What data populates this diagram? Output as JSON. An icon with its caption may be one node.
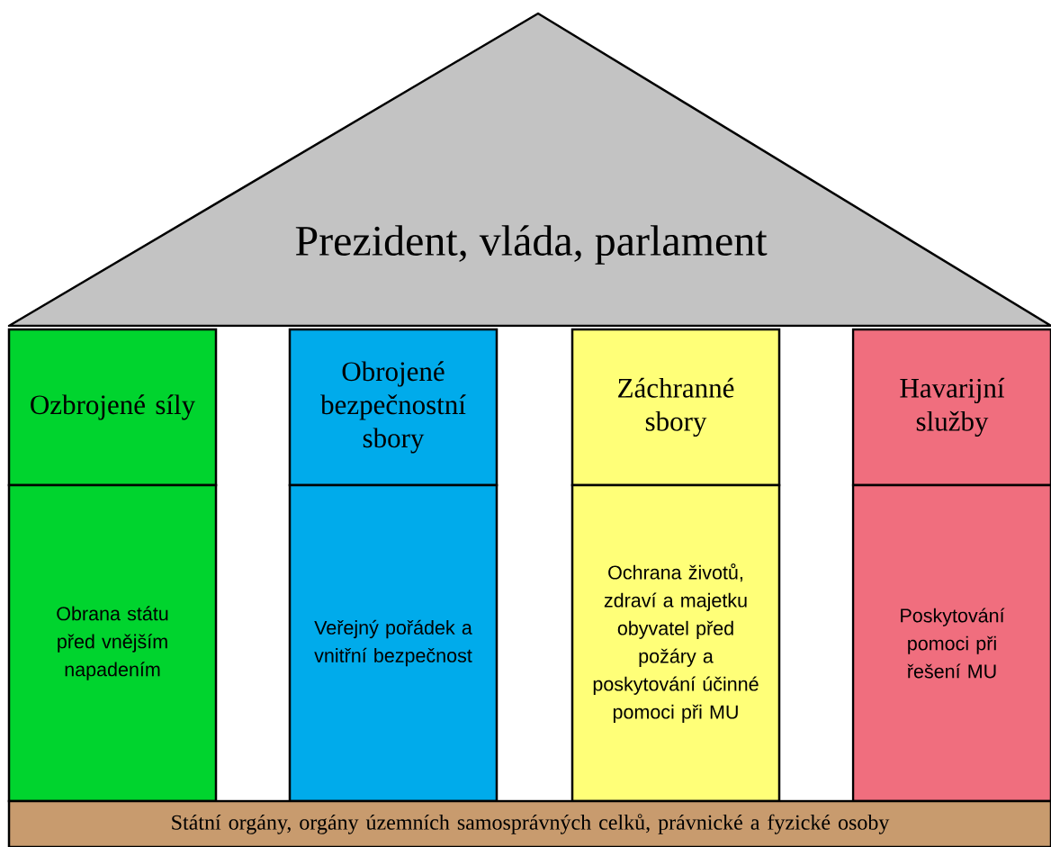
{
  "diagram": {
    "nodes": [
      {
        "text": [
          "Prezident, vláda, parlament"
        ]
      },
      {
        "text": [
          "Ozbrojené síly"
        ]
      },
      {
        "text": [
          "Obrana státu před vnějším napadením"
        ]
      },
      {
        "text": [
          "Obrojené bezpečnostní sbory"
        ]
      },
      {
        "text": [
          "Veřejný pořádek a vnitřní bezpečnost"
        ]
      },
      {
        "text": [
          "Záchranné sbory"
        ]
      },
      {
        "text": [
          "Ochrana životů, zdraví a majetku obyvatel před požáry a poskytování účinné pomoci při MU"
        ]
      },
      {
        "text": [
          "Havarijní služby"
        ]
      },
      {
        "text": [
          "Poskytování pomoci při řešení MU"
        ]
      },
      {
        "text": [
          "Státní orgány, orgány územních samosprávných celků, právnické a fyzické osoby"
        ]
      }
    ]
  }
}
